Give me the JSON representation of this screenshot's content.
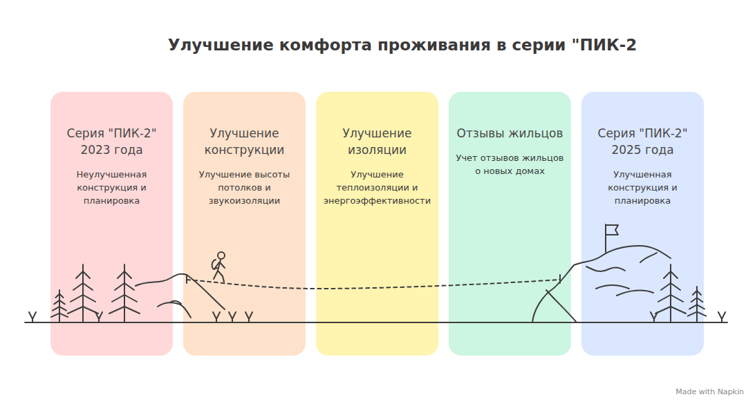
{
  "diagram": {
    "title": "Улучшение комфорта проживания в серии \"ПИК-2",
    "nodes": [
      {
        "text": [
          "Серия \"ПИК-2\" 2023 года",
          "Неулучшенная конструкция и планировка"
        ]
      },
      {
        "text": [
          "Улучшение конструкции",
          "Улучшение высоты потолков и звукоизоляции"
        ]
      },
      {
        "text": [
          "Улучшение изоляции",
          "Улучшение теплоизоляции и энергоэффективности"
        ]
      },
      {
        "text": [
          "Отзывы жильцов",
          "Учет отзывов жильцов о новых домах"
        ]
      },
      {
        "text": [
          "Серия \"ПИК-2\" 2025 года",
          "Улучшенная конструкция и планировка"
        ]
      }
    ],
    "labels": [
      "Made with Napkin"
    ]
  }
}
